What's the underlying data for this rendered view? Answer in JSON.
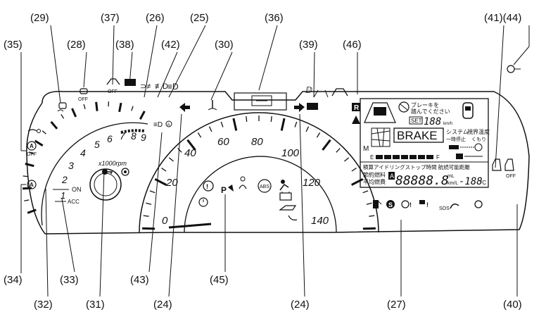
{
  "callouts": {
    "c29": "(29)",
    "c37": "(37)",
    "c26": "(26)",
    "c25": "(25)",
    "c36": "(36)",
    "c41_44": "(41)(44)",
    "c35": "(35)",
    "c28": "(28)",
    "c38": "(38)",
    "c42": "(42)",
    "c30": "(30)",
    "c39": "(39)",
    "c46": "(46)",
    "c34": "(34)",
    "c33": "(33)",
    "c43": "(43)",
    "c45": "(45)",
    "c32": "(32)",
    "c31": "(31)",
    "c24_left": "(24)",
    "c24_right": "(24)",
    "c27": "(27)",
    "c40": "(40)"
  },
  "tachometer": {
    "labels": [
      "1",
      "2",
      "3",
      "4",
      "5",
      "6",
      "7",
      "8",
      "9"
    ],
    "unit": "x1000rpm"
  },
  "speedometer": {
    "labels": [
      "0",
      "20",
      "40",
      "60",
      "80",
      "100",
      "120",
      "140"
    ]
  },
  "switch_labels": {
    "on": "ON",
    "acc": "ACC",
    "off": "OFF",
    "off2": "OFF",
    "off3": "OFF",
    "off4": "OFF"
  },
  "lcd": {
    "brake_prompt_1": "ブレーキを",
    "brake_prompt_2": "踏んでください",
    "set": "SET",
    "set_speed": "188",
    "kmh": "km/h",
    "brake": "BRAKE",
    "system_1": "システム",
    "system_2": "一時停止",
    "visibility_1": "視界温度",
    "visibility_2": "くもり",
    "m": "M",
    "e": "E",
    "f": "F",
    "idle_stop_header": "積算アイドリングストップ時間 航続可能距離",
    "fuel_1": "節約燃料",
    "fuel_2": "平均燃費",
    "fuel_a": "A",
    "trip_digits": "88888.8",
    "fuel_unit_top": "mL",
    "fuel_unit_bottom": "km/L",
    "temp": "-188",
    "temp_unit": "°C"
  },
  "indicator_text": {
    "abs": "ABS",
    "park": "P",
    "sos": "SOS",
    "s_mark": "S",
    "r_mark": "R",
    "a_mark": "A"
  }
}
